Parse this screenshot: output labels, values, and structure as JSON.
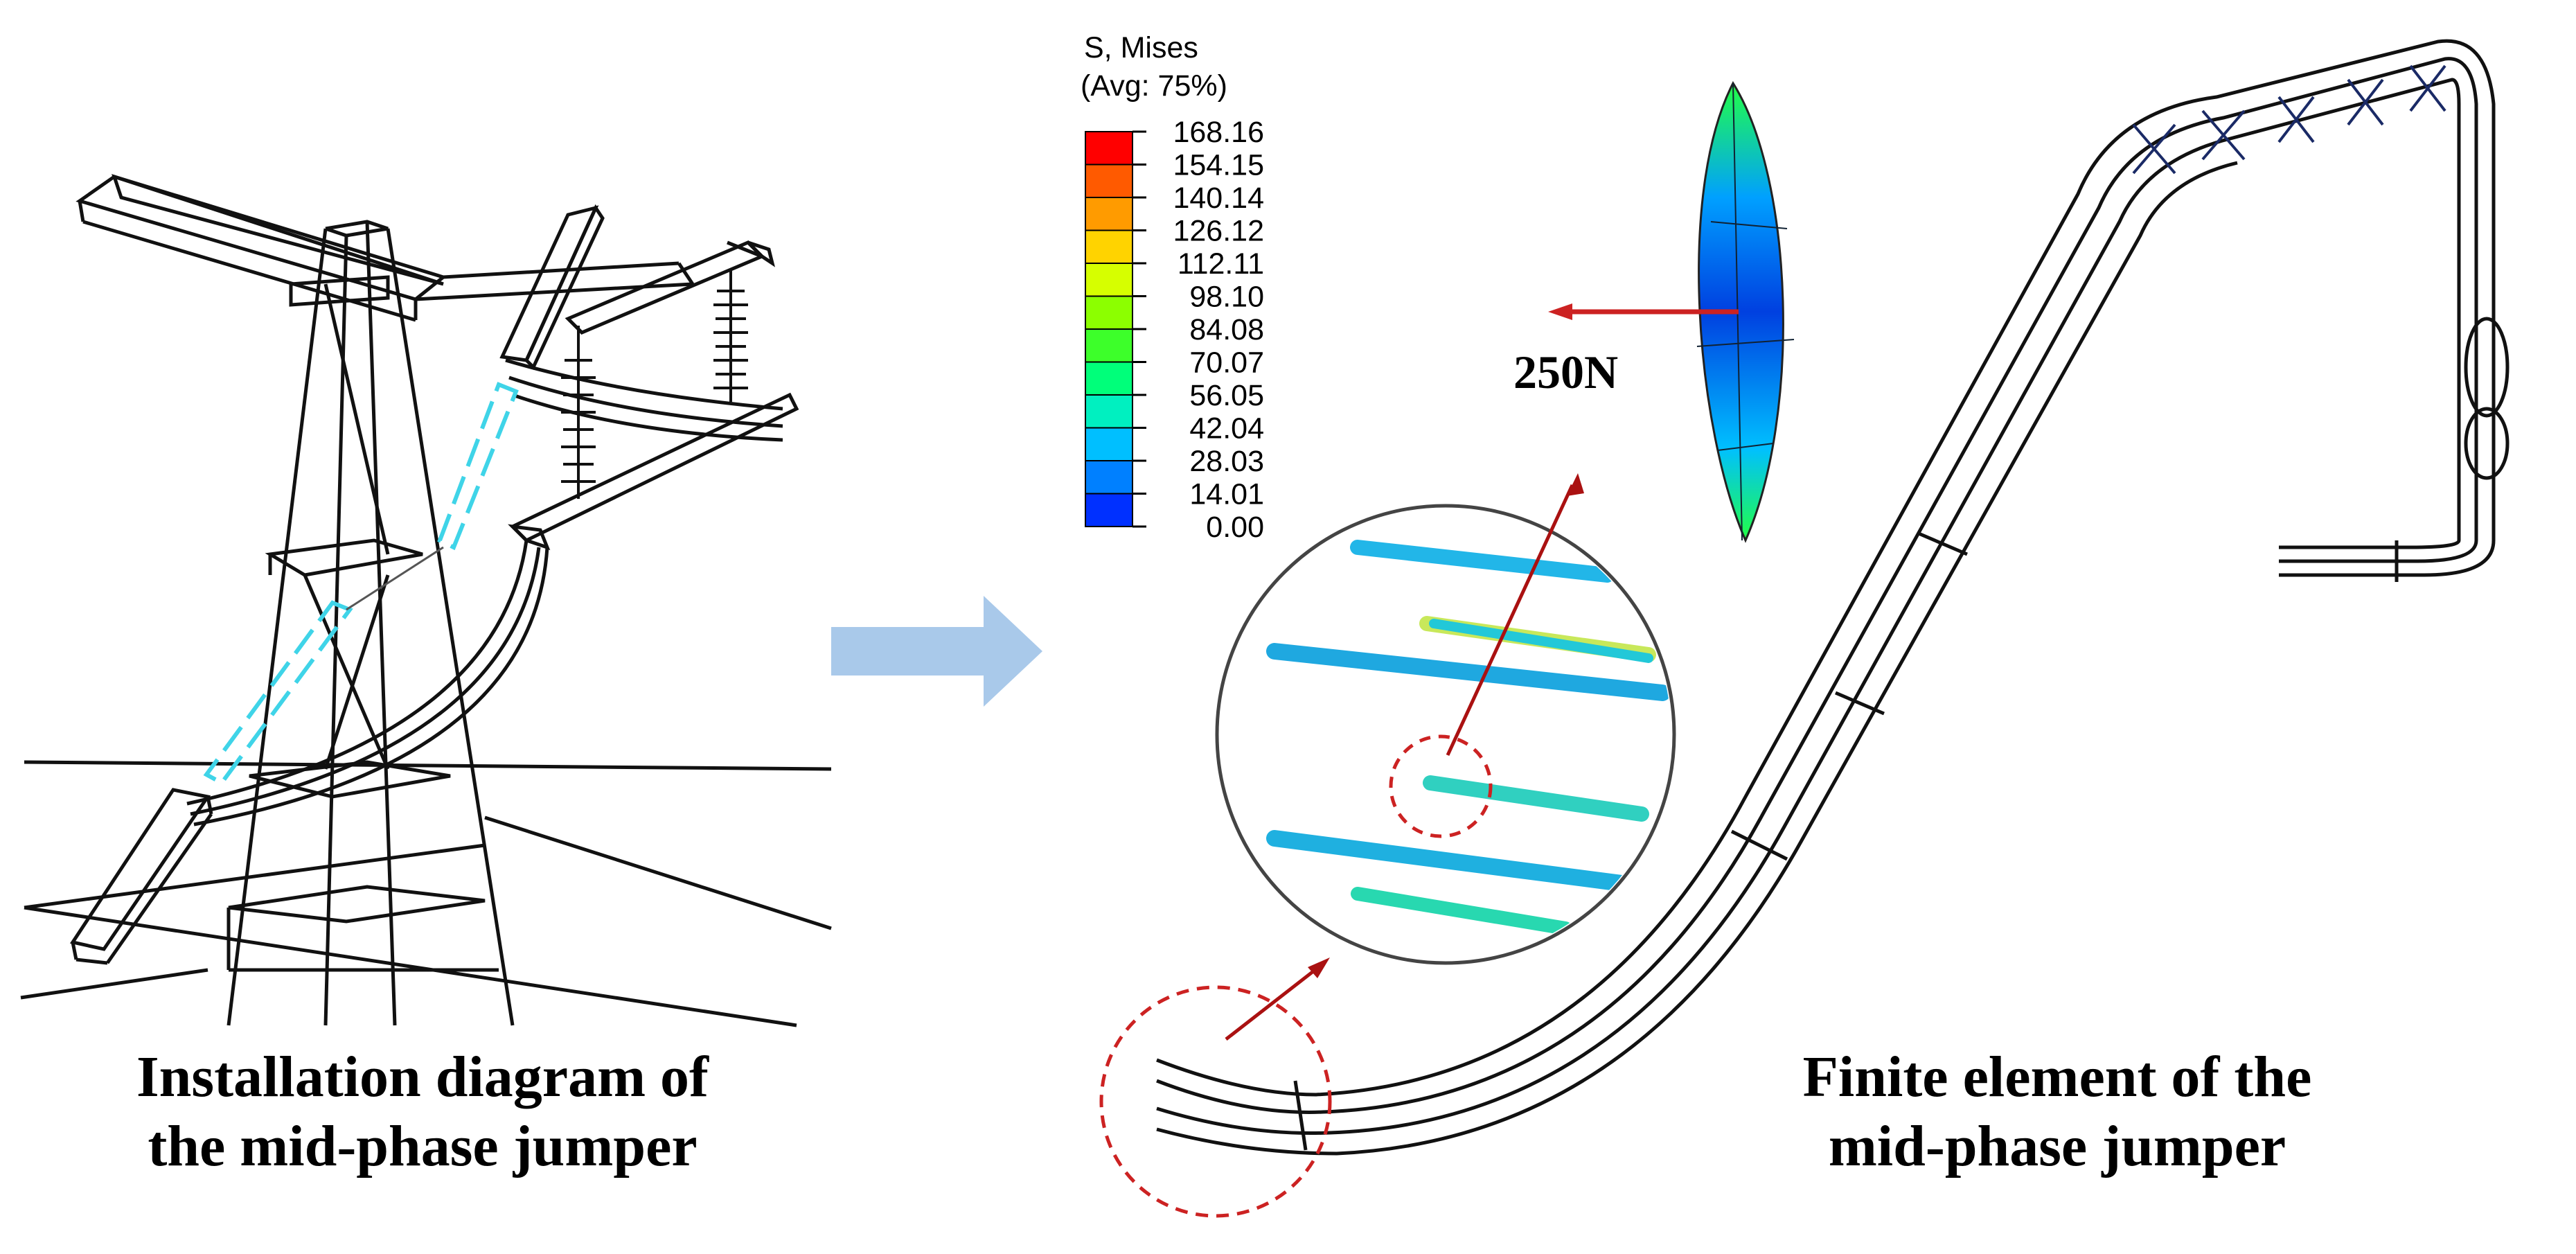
{
  "legend": {
    "title_line1": "S, Mises",
    "title_line2": "(Avg: 75%)",
    "levels": [
      "168.16",
      "154.15",
      "140.14",
      "126.12",
      "112.11",
      "98.10",
      "84.08",
      "70.07",
      "56.05",
      "42.04",
      "28.03",
      "14.01",
      "0.00"
    ],
    "colors": [
      "#ff0000",
      "#ff5a00",
      "#ff9b00",
      "#ffd300",
      "#d6ff00",
      "#8cff00",
      "#3dff2a",
      "#00ff7a",
      "#00f0c0",
      "#00bfff",
      "#0080ff",
      "#0030ff"
    ]
  },
  "force_label": "250N",
  "captions": {
    "left_line1": "Installation diagram of",
    "left_line2": "the mid-phase jumper",
    "right_line1": "Finite element of the",
    "right_line2": "mid-phase jumper"
  },
  "colors": {
    "arrow_fill": "#a9c9ea",
    "callout_red": "#cc2222",
    "insulator_cyan": "#3fd4e8",
    "line": "#111111"
  }
}
